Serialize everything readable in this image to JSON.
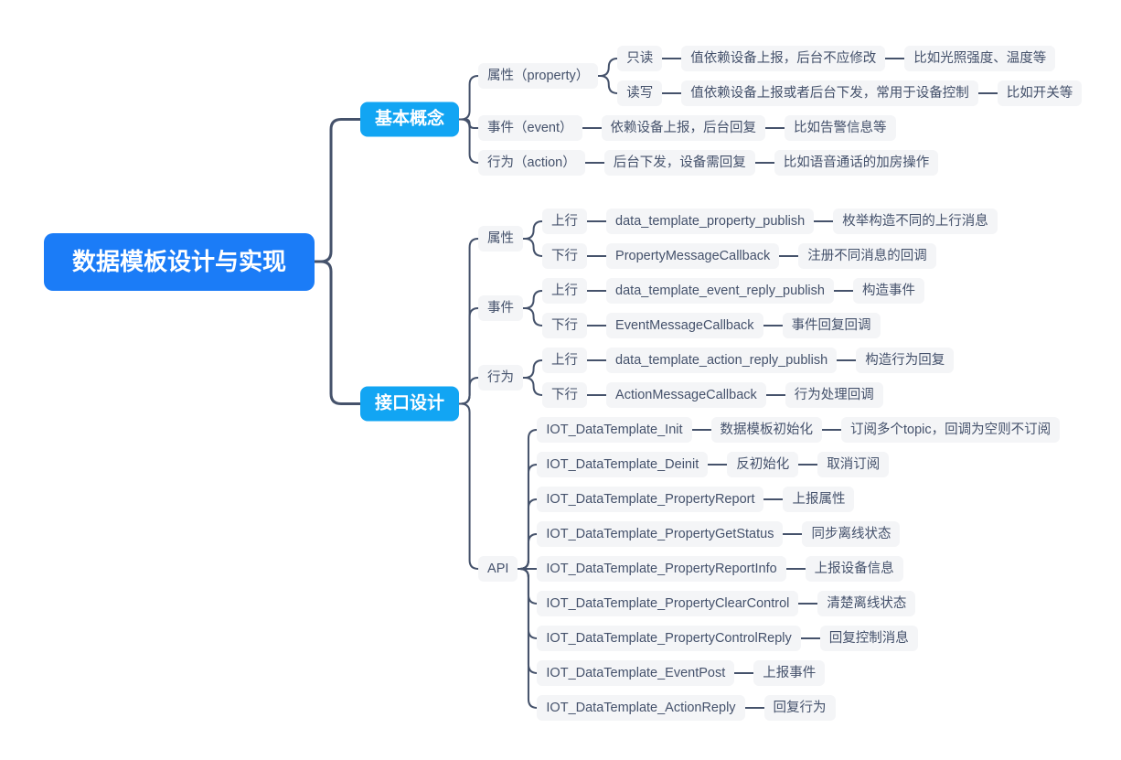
{
  "palette": {
    "root_bg": "#1B7CF7",
    "level1_bg": "#12A5F3",
    "node_bg": "#F4F5F7",
    "node_text": "#44516B",
    "line": "#45526B",
    "canvas_bg": "#FFFFFF"
  },
  "root": {
    "label": "数据模板设计与实现"
  },
  "basic": {
    "label": "基本概念",
    "property": {
      "label": "属性（property）",
      "readonly": {
        "label": "只读",
        "desc": "值依赖设备上报，后台不应修改",
        "example": "比如光照强度、温度等"
      },
      "readwrite": {
        "label": "读写",
        "desc": "值依赖设备上报或者后台下发，常用于设备控制",
        "example": "比如开关等"
      }
    },
    "event": {
      "label": "事件（event）",
      "desc": "依赖设备上报，后台回复",
      "example": "比如告警信息等"
    },
    "action": {
      "label": "行为（action）",
      "desc": "后台下发，设备需回复",
      "example": "比如语音通话的加房操作"
    }
  },
  "iface": {
    "label": "接口设计",
    "property": {
      "label": "属性",
      "up": {
        "label": "上行",
        "api": "data_template_property_publish",
        "desc": "枚举构造不同的上行消息"
      },
      "down": {
        "label": "下行",
        "api": "PropertyMessageCallback",
        "desc": "注册不同消息的回调"
      }
    },
    "event": {
      "label": "事件",
      "up": {
        "label": "上行",
        "api": "data_template_event_reply_publish",
        "desc": "构造事件"
      },
      "down": {
        "label": "下行",
        "api": "EventMessageCallback",
        "desc": "事件回复回调"
      }
    },
    "action": {
      "label": "行为",
      "up": {
        "label": "上行",
        "api": "data_template_action_reply_publish",
        "desc": "构造行为回复"
      },
      "down": {
        "label": "下行",
        "api": "ActionMessageCallback",
        "desc": "行为处理回调"
      }
    },
    "api": {
      "label": "API",
      "items": [
        {
          "name": "IOT_DataTemplate_Init",
          "desc": "数据模板初始化",
          "extra": "订阅多个topic，回调为空则不订阅"
        },
        {
          "name": "IOT_DataTemplate_Deinit",
          "desc": "反初始化",
          "extra": "取消订阅"
        },
        {
          "name": "IOT_DataTemplate_PropertyReport",
          "desc": "上报属性"
        },
        {
          "name": "IOT_DataTemplate_PropertyGetStatus",
          "desc": "同步离线状态"
        },
        {
          "name": "IOT_DataTemplate_PropertyReportInfo",
          "desc": "上报设备信息"
        },
        {
          "name": "IOT_DataTemplate_PropertyClearControl",
          "desc": "清楚离线状态"
        },
        {
          "name": "IOT_DataTemplate_PropertyControlReply",
          "desc": "回复控制消息"
        },
        {
          "name": "IOT_DataTemplate_EventPost",
          "desc": "上报事件"
        },
        {
          "name": "IOT_DataTemplate_ActionReply",
          "desc": "回复行为"
        }
      ]
    }
  }
}
